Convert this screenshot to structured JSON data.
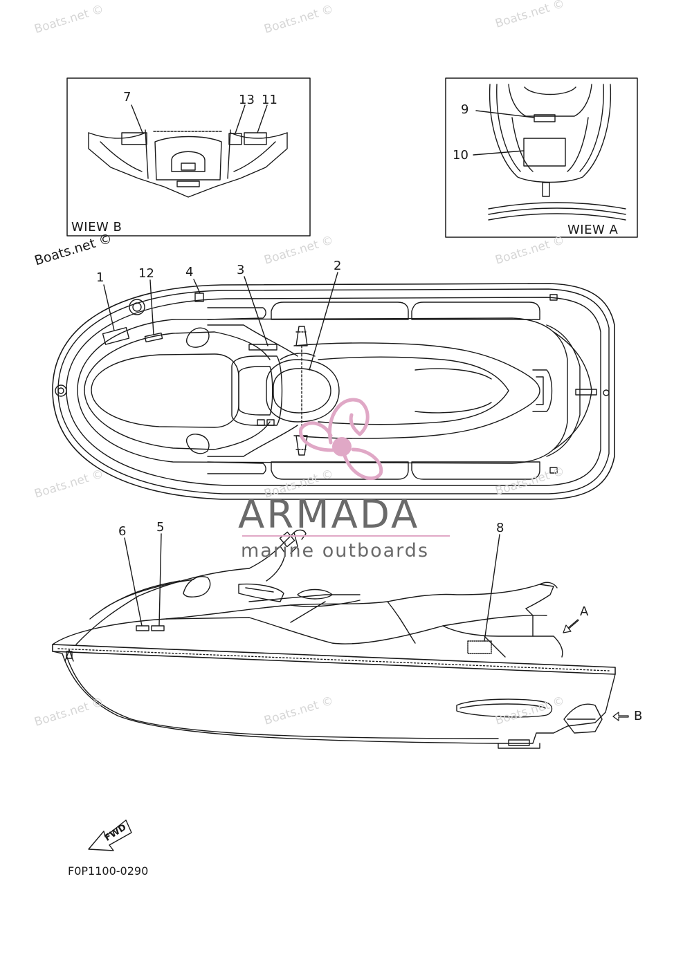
{
  "watermark": {
    "text": "Boats.net ©"
  },
  "views": {
    "view_b": {
      "caption": "WIEW B"
    },
    "view_a": {
      "caption": "WIEW A"
    }
  },
  "callouts": [
    {
      "id": "7",
      "label": "7"
    },
    {
      "id": "13",
      "label": "13"
    },
    {
      "id": "11",
      "label": "11"
    },
    {
      "id": "9",
      "label": "9"
    },
    {
      "id": "10",
      "label": "10"
    },
    {
      "id": "1",
      "label": "1"
    },
    {
      "id": "12",
      "label": "12"
    },
    {
      "id": "4",
      "label": "4"
    },
    {
      "id": "3",
      "label": "3"
    },
    {
      "id": "2",
      "label": "2"
    },
    {
      "id": "6",
      "label": "6"
    },
    {
      "id": "5",
      "label": "5"
    },
    {
      "id": "8",
      "label": "8"
    }
  ],
  "view_markers": {
    "a": "A",
    "b": "B"
  },
  "direction": {
    "label": "FWD"
  },
  "brand": {
    "name": "ARMADA",
    "tagline": "marine outboards",
    "accent_color": "#e0a8c6",
    "text_color": "#6a6a6a"
  },
  "part_number": "F0P1100-0290"
}
